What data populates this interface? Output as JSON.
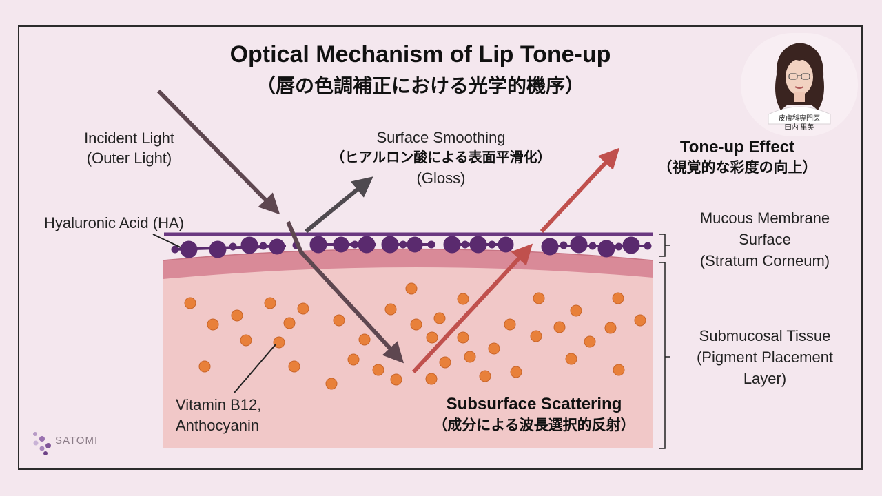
{
  "title": {
    "en": "Optical Mechanism of Lip Tone-up",
    "ja": "（唇の色調補正における光学的機序）"
  },
  "labels": {
    "incident": [
      "Incident Light",
      "(Outer Light)"
    ],
    "surface_smoothing": [
      "Surface Smoothing",
      "（ヒアルロン酸による表面平滑化）",
      "(Gloss)"
    ],
    "tone_up": [
      "Tone-up Effect",
      "（視覚的な彩度の向上）"
    ],
    "ha": "Hyaluronic Acid (HA)",
    "mucous": [
      "Mucous Membrane",
      "Surface",
      "(Stratum Corneum)"
    ],
    "submucosal": [
      "Submucosal Tissue",
      "(Pigment Placement",
      "Layer)"
    ],
    "vitamin": [
      "Vitamin B12,",
      "Anthocyanin"
    ],
    "subsurface": [
      "Subsurface Scattering",
      "（成分による波長選択的反射）"
    ]
  },
  "doctor": {
    "title": "皮膚科専門医",
    "name": "田内 里美"
  },
  "logo": "SATOMI",
  "colors": {
    "background": "#f4e7ee",
    "tissue": "#f1c8c8",
    "membrane_band": "#d98a98",
    "ha_purple": "#5a2a6e",
    "pigment_orange": "#e8803a",
    "incident_arrow": "#5e4750",
    "gloss_arrow": "#4f4a4f",
    "red_arrow": "#c0504d"
  }
}
